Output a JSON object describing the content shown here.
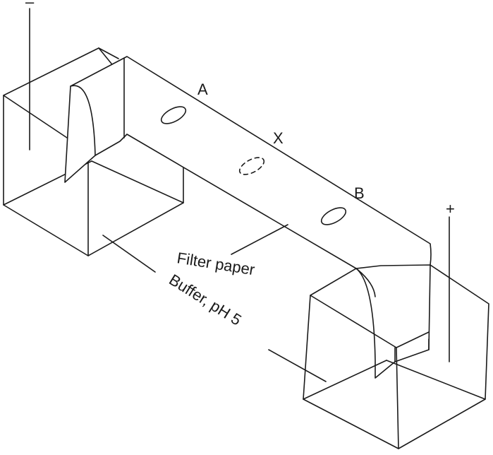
{
  "labels": {
    "minus": "–",
    "plus": "+",
    "a": "A",
    "x": "X",
    "b": "B",
    "filter_paper": "Filter paper",
    "buffer": "Buffer, pH 5"
  }
}
